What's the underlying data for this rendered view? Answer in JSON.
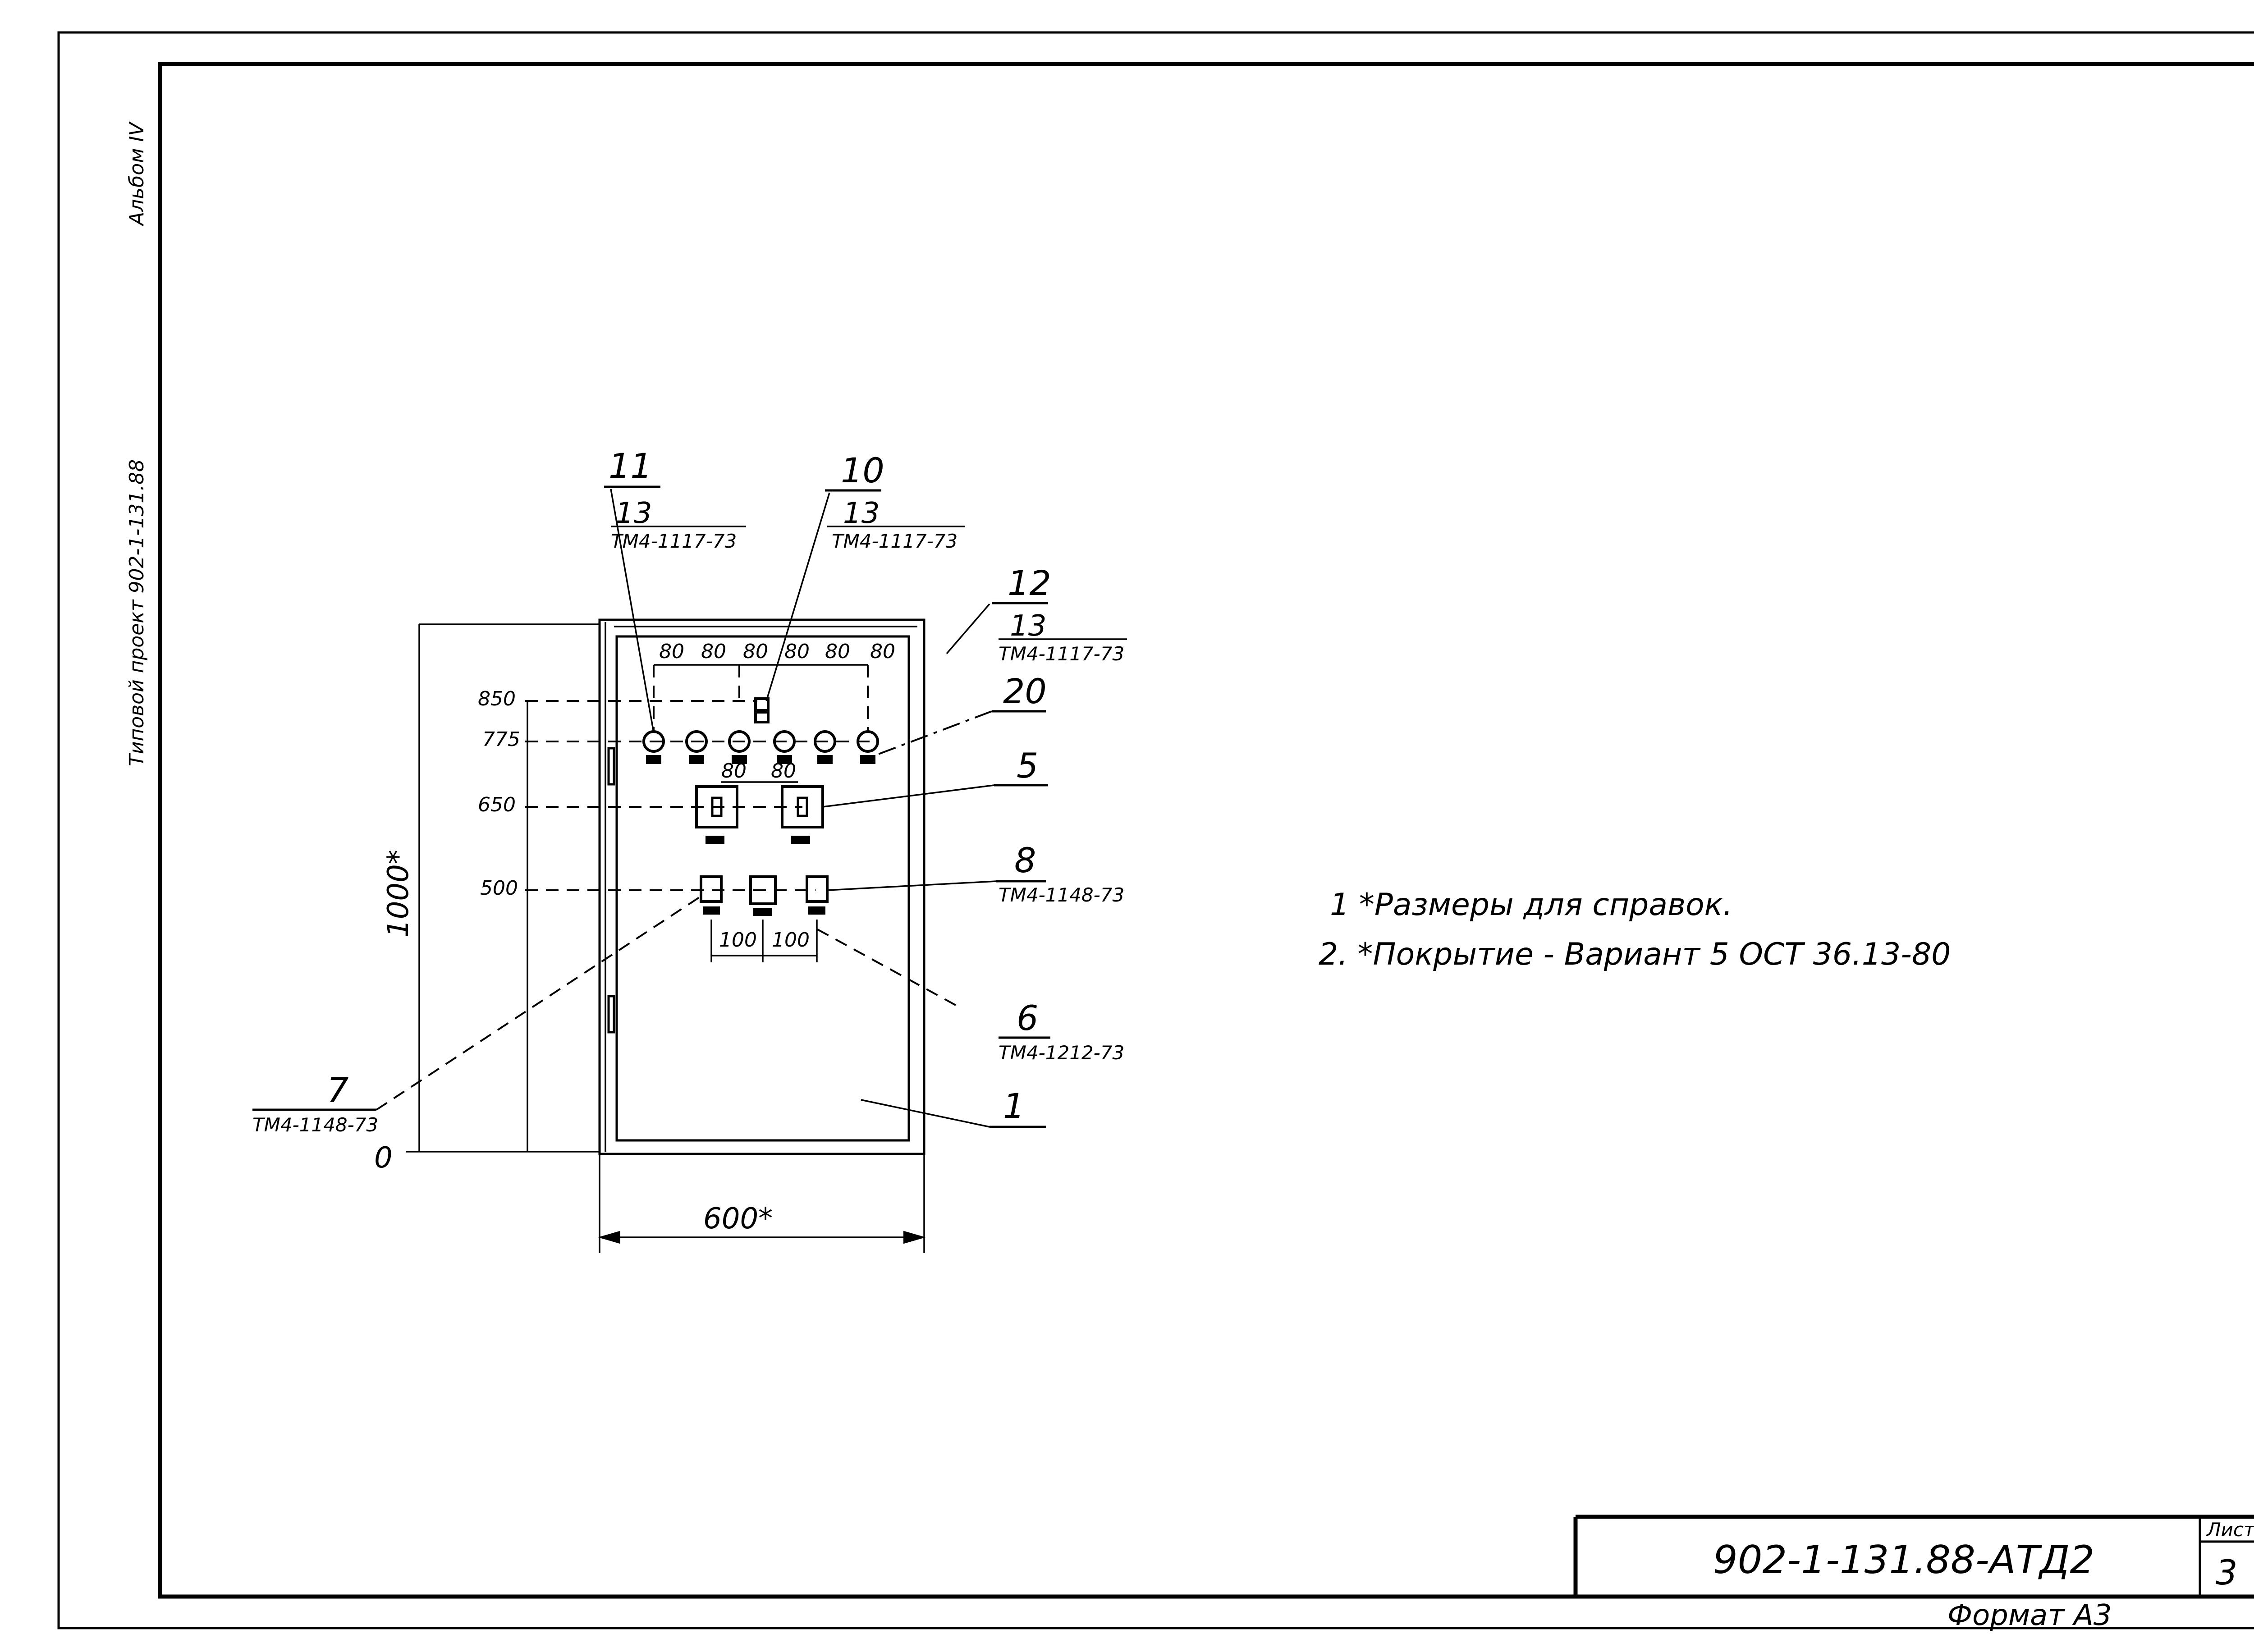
{
  "sidebar": {
    "album": "Альбом IV",
    "project": "Типовой проект 902-1-131.88"
  },
  "dimensions": {
    "width": "600*",
    "height": "1000*",
    "level_850": "850",
    "level_775": "775",
    "level_650": "650",
    "level_500": "500",
    "level_0": "0",
    "pitch_80": "80",
    "pitch_100": "100"
  },
  "callouts": {
    "c11": {
      "num": "11",
      "qty": "13",
      "ref": "ТМ4-1117-73"
    },
    "c10": {
      "num": "10",
      "qty": "13",
      "ref": "ТМ4-1117-73"
    },
    "c12": {
      "num": "12",
      "qty": "13",
      "ref": "ТМ4-1117-73"
    },
    "c20": {
      "num": "20"
    },
    "c5": {
      "num": "5"
    },
    "c8": {
      "num": "8",
      "ref": "ТМ4-1148-73"
    },
    "c6": {
      "num": "6",
      "ref": "ТМ4-1212-73"
    },
    "c1": {
      "num": "1"
    },
    "c7": {
      "num": "7",
      "ref": "ТМ4-1148-73"
    }
  },
  "notes": [
    "1 *Размеры для справок.",
    "2. *Покрытие - Вариант 5 ОСТ 36.13-80"
  ],
  "title_block": {
    "code": "902-1-131.88-АТД2",
    "sheet_label": "Лист",
    "sheet_number": "3",
    "format": "Формат А3"
  }
}
